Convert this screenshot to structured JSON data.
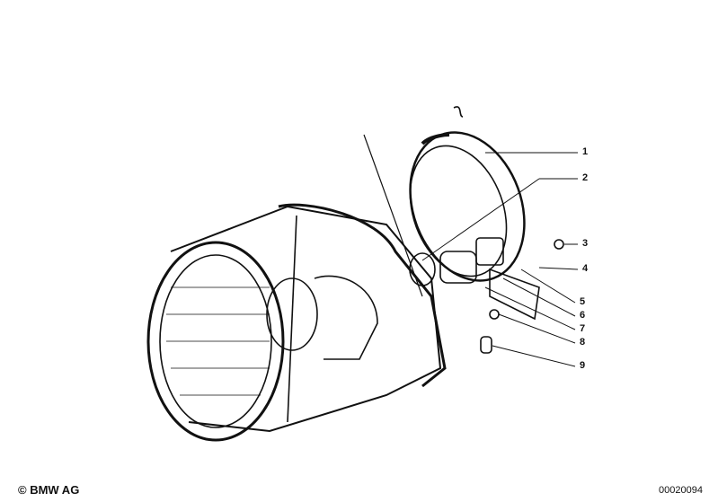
{
  "callouts": [
    "1",
    "2",
    "3",
    "4",
    "5",
    "6",
    "7",
    "8",
    "9"
  ],
  "footer": {
    "copyright": "© BMW AG",
    "diagram_number": "00020094"
  }
}
